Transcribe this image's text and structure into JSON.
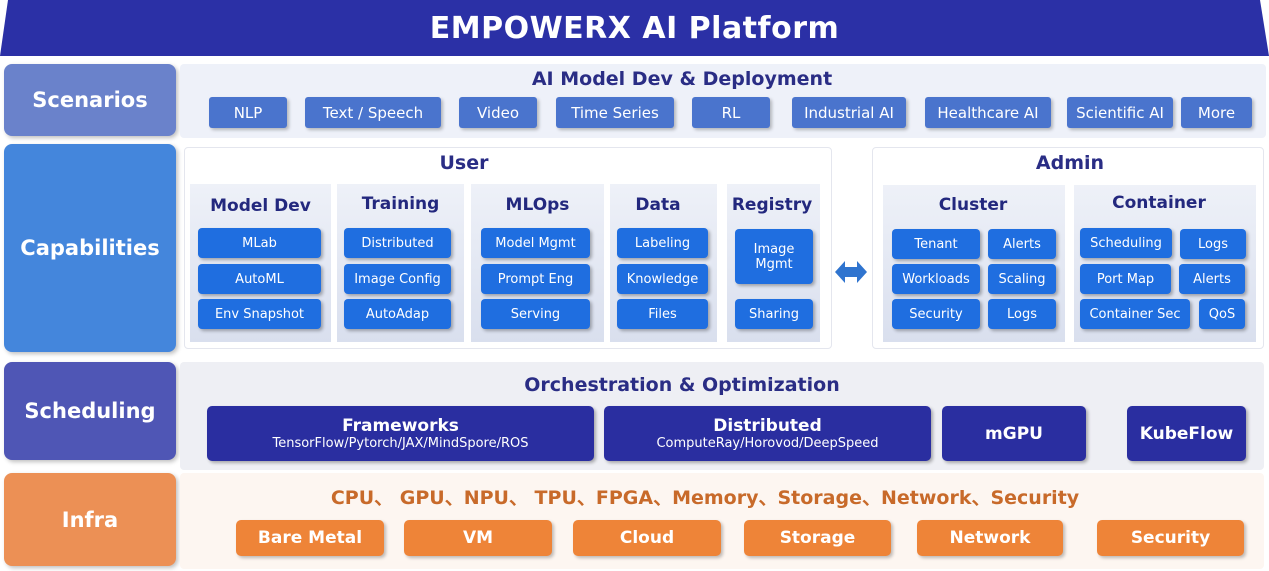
{
  "header": {
    "title": "EMPOWERX AI  Platform"
  },
  "layers": {
    "scenarios": "Scenarios",
    "capabilities": "Capabilities",
    "scheduling": "Scheduling",
    "infra": "Infra"
  },
  "scenarios": {
    "title": "AI Model Dev & Deployment",
    "items": [
      "NLP",
      "Text / Speech",
      "Video",
      "Time Series",
      "RL",
      "Industrial AI",
      "Healthcare AI",
      "Scientific AI",
      "More"
    ]
  },
  "capabilities": {
    "user": {
      "title": "User",
      "groups": [
        {
          "title": "Model Dev",
          "items": [
            "MLab",
            "AutoML",
            "Env Snapshot"
          ]
        },
        {
          "title": "Training",
          "items": [
            "Distributed",
            "Image Config",
            "AutoAdap"
          ]
        },
        {
          "title": "MLOps",
          "items": [
            "Model Mgmt",
            "Prompt Eng",
            "Serving"
          ]
        },
        {
          "title": "Data",
          "items": [
            "Labeling",
            "Knowledge",
            "Files"
          ]
        },
        {
          "title": "Registry",
          "items": [
            "Image Mgmt",
            "Sharing"
          ]
        }
      ]
    },
    "connector_icon": "double-arrow-icon",
    "admin": {
      "title": "Admin",
      "groups": [
        {
          "title": "Cluster",
          "items": [
            "Tenant",
            "Alerts",
            "Workloads",
            "Scaling",
            "Security",
            "Logs"
          ]
        },
        {
          "title": "Container",
          "items": [
            "Scheduling",
            "Logs",
            "Port Map",
            "Alerts",
            "Container Sec",
            "QoS"
          ]
        }
      ]
    }
  },
  "scheduling": {
    "title": "Orchestration & Optimization",
    "items": [
      {
        "title": "Frameworks",
        "subtitle": "TensorFlow/Pytorch/JAX/MindSpore/ROS"
      },
      {
        "title": "Distributed",
        "subtitle": "ComputeRay/Horovod/DeepSpeed"
      },
      {
        "title": "mGPU"
      },
      {
        "title": "KubeFlow"
      }
    ]
  },
  "infra": {
    "title": "CPU、 GPU、NPU、 TPU、FPGA、Memory、Storage、Network、Security",
    "items": [
      "Bare Metal",
      "VM",
      "Cloud",
      "Storage",
      "Network",
      "Security"
    ]
  },
  "colors": {
    "banner": "#2b30a6",
    "scenarios_label": "#6a82cb",
    "capabilities_label": "#4486dc",
    "scheduling_label": "#4f56b5",
    "infra_label": "#ec9055",
    "title_blue": "#2a2d85",
    "title_orange": "#c86a2a",
    "capability_button": "#1f6ee0",
    "scheduling_button": "#2a2ea0",
    "infra_button": "#ee8438"
  }
}
